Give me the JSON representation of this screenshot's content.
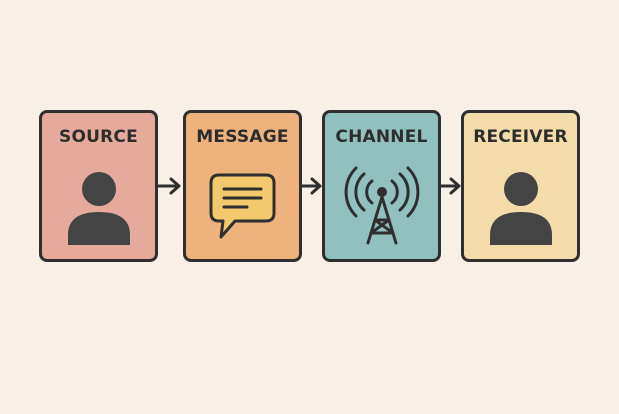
{
  "diagram": {
    "nodes": [
      {
        "label": "SOURCE",
        "icon": "person-icon",
        "color": "#e6aa9c"
      },
      {
        "label": "MESSAGE",
        "icon": "speech-bubble-icon",
        "color": "#eeb27d"
      },
      {
        "label": "CHANNEL",
        "icon": "radio-tower-icon",
        "color": "#90c1bf"
      },
      {
        "label": "RECEIVER",
        "icon": "person-icon",
        "color": "#f3dcaa"
      }
    ],
    "background": "#f8efe6",
    "stroke_color": "#2f2f2f"
  }
}
